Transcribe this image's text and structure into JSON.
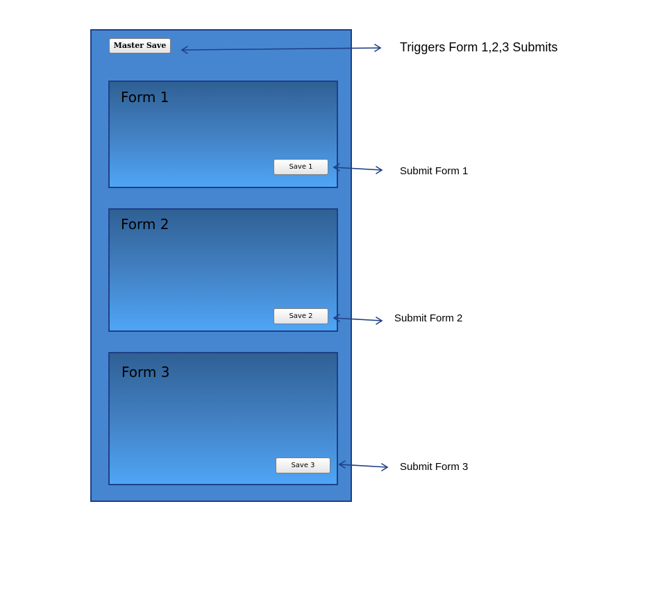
{
  "master_button": {
    "label": "Master Save"
  },
  "forms": [
    {
      "title": "Form 1",
      "button_label": "Save 1",
      "annotation": "Submit Form 1"
    },
    {
      "title": "Form 2",
      "button_label": "Save 2",
      "annotation": "Submit Form 2"
    },
    {
      "title": "Form 3",
      "button_label": "Save 3",
      "annotation": "Submit Form 3"
    }
  ],
  "master_annotation": "Triggers Form 1,2,3 Submits",
  "colors": {
    "panel": "#4686d0",
    "border": "#1f3f86",
    "arrow": "#1f3f86",
    "form_gradient_top": "#2f6094",
    "form_gradient_bottom": "#4fa5f6"
  }
}
